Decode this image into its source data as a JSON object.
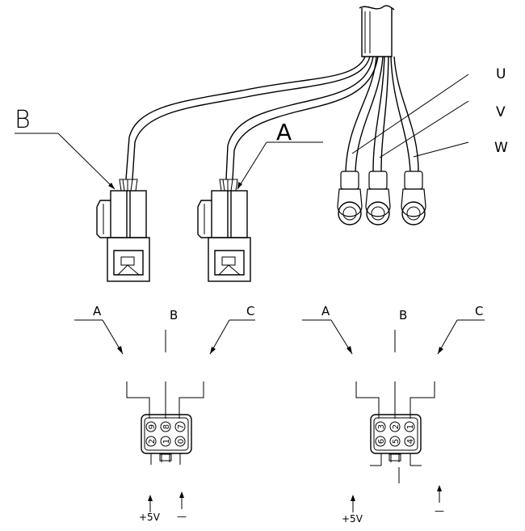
{
  "harness": {
    "phase_labels": [
      "U",
      "V",
      "W"
    ],
    "connector_labels": {
      "left": "B",
      "right": "A"
    }
  },
  "pinouts": [
    {
      "callouts": [
        "A",
        "B",
        "C"
      ],
      "pins_top": [
        "9",
        "8",
        "7"
      ],
      "pins_bottom": [
        "2",
        "1",
        "0"
      ],
      "supply_labels": [
        "+5V",
        "—"
      ]
    },
    {
      "callouts": [
        "A",
        "B",
        "C"
      ],
      "pins_top": [
        "3",
        "2",
        "1"
      ],
      "pins_bottom": [
        "6",
        "5",
        "4"
      ],
      "supply_labels": [
        "+5V",
        "—"
      ]
    }
  ]
}
